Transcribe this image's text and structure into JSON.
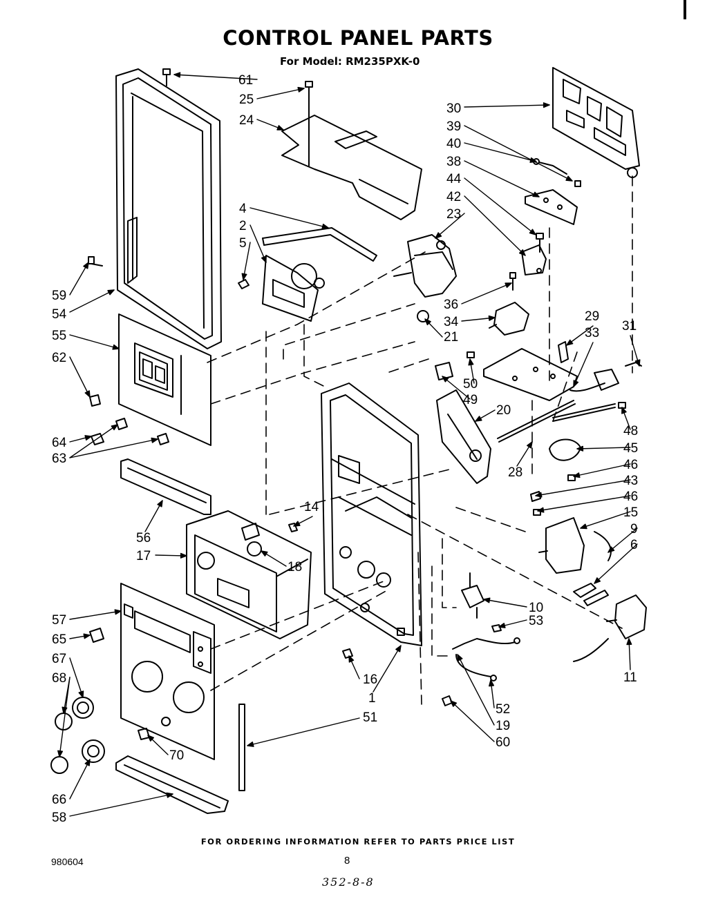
{
  "header": {
    "title": "CONTROL PANEL PARTS",
    "model_line": "For Model: RM235PXK-0"
  },
  "footer": {
    "ordering_note": "FOR ORDERING INFORMATION REFER TO PARTS PRICE LIST",
    "document_number": "980604",
    "page_number": "8",
    "handwritten_code": "352-8-8"
  },
  "callouts": {
    "c61": "61",
    "c25": "25",
    "c24": "24",
    "c30": "30",
    "c39": "39",
    "c40": "40",
    "c38": "38",
    "c44": "44",
    "c42": "42",
    "c23": "23",
    "c4": "4",
    "c2": "2",
    "c5": "5",
    "c59": "59",
    "c54": "54",
    "c36": "36",
    "c34": "34",
    "c21": "21",
    "c29": "29",
    "c33": "33",
    "c31": "31",
    "c55": "55",
    "c62": "62",
    "c50": "50",
    "c49": "49",
    "c20": "20",
    "c48": "48",
    "c45": "45",
    "c28": "28",
    "c46a": "46",
    "c43": "43",
    "c64": "64",
    "c63": "63",
    "c46b": "46",
    "c15": "15",
    "c9": "9",
    "c6": "6",
    "c56": "56",
    "c14": "14",
    "c17": "17",
    "c18": "18",
    "c10": "10",
    "c53": "53",
    "c57": "57",
    "c65": "65",
    "c67": "67",
    "c68": "68",
    "c11": "11",
    "c16": "16",
    "c1": "1",
    "c52": "52",
    "c51": "51",
    "c19": "19",
    "c60": "60",
    "c70": "70",
    "c66": "66",
    "c58": "58"
  }
}
